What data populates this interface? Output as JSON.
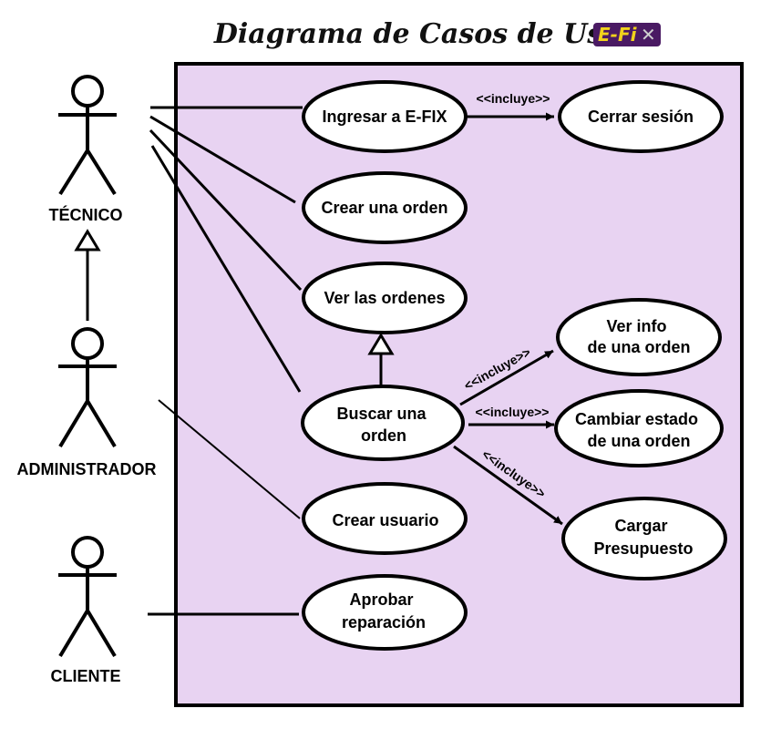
{
  "title": "Diagrama de Casos de Uso",
  "logo": {
    "text": "E-Fi",
    "mark": "✕",
    "bg_color": "#4a1a63",
    "text_color": "#f2d21b"
  },
  "colors": {
    "system_fill": "#e8d3f2",
    "stroke": "#000000",
    "usecase_fill": "#ffffff"
  },
  "actors": {
    "tecnico": "TÉCNICO",
    "administrador": "ADMINISTRADOR",
    "cliente": "CLIENTE"
  },
  "use_cases": {
    "ingresar": [
      "Ingresar a E-FIX"
    ],
    "cerrar": [
      "Cerrar sesión"
    ],
    "crear_orden": [
      "Crear una orden"
    ],
    "ver_ordenes": [
      "Ver las ordenes"
    ],
    "ver_info": [
      "Ver info",
      "de una orden"
    ],
    "buscar": [
      "Buscar una",
      "orden"
    ],
    "cambiar": [
      "Cambiar estado",
      "de una orden"
    ],
    "crear_usuario": [
      "Crear usuario"
    ],
    "cargar": [
      "Cargar",
      "Presupuesto"
    ],
    "aprobar": [
      "Aprobar",
      "reparación"
    ]
  },
  "include_label": "<<incluye>>"
}
